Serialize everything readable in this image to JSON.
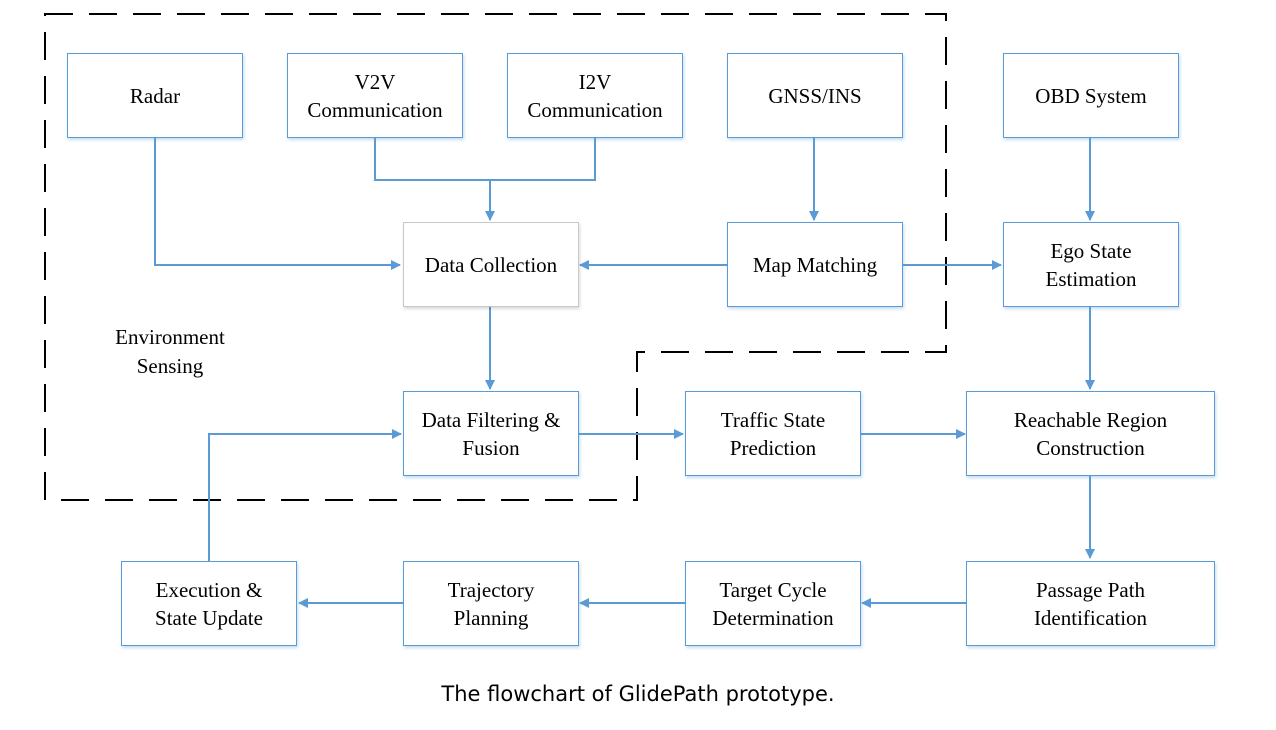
{
  "diagram": {
    "region_label": "Environment\nSensing",
    "nodes": {
      "radar": "Radar",
      "v2v": "V2V\nCommunication",
      "i2v": "I2V\nCommunication",
      "gnss": "GNSS/INS",
      "obd": "OBD System",
      "data_collection": "Data Collection",
      "map_matching": "Map Matching",
      "ego_state": "Ego State\nEstimation",
      "data_filtering": "Data Filtering &\nFusion",
      "traffic_prediction": "Traffic State\nPrediction",
      "reachable_region": "Reachable Region\nConstruction",
      "passage_path": "Passage Path\nIdentification",
      "target_cycle": "Target Cycle\nDetermination",
      "trajectory_planning": "Trajectory\nPlanning",
      "execution": "Execution &\nState Update"
    },
    "edges": [
      {
        "from": "radar",
        "to": "data_collection"
      },
      {
        "from": "v2v",
        "to": "data_collection"
      },
      {
        "from": "i2v",
        "to": "data_collection"
      },
      {
        "from": "gnss",
        "to": "map_matching"
      },
      {
        "from": "map_matching",
        "to": "data_collection"
      },
      {
        "from": "map_matching",
        "to": "ego_state"
      },
      {
        "from": "obd",
        "to": "ego_state"
      },
      {
        "from": "data_collection",
        "to": "data_filtering"
      },
      {
        "from": "data_filtering",
        "to": "traffic_prediction"
      },
      {
        "from": "ego_state",
        "to": "reachable_region"
      },
      {
        "from": "traffic_prediction",
        "to": "reachable_region"
      },
      {
        "from": "reachable_region",
        "to": "passage_path"
      },
      {
        "from": "passage_path",
        "to": "target_cycle"
      },
      {
        "from": "target_cycle",
        "to": "trajectory_planning"
      },
      {
        "from": "trajectory_planning",
        "to": "execution"
      },
      {
        "from": "execution",
        "to": "data_filtering"
      }
    ],
    "colors": {
      "node_border": "#5b9bd5",
      "arrow": "#5b9bd5",
      "region_border": "#000000"
    }
  },
  "caption": "The flowchart of GlidePath prototype."
}
